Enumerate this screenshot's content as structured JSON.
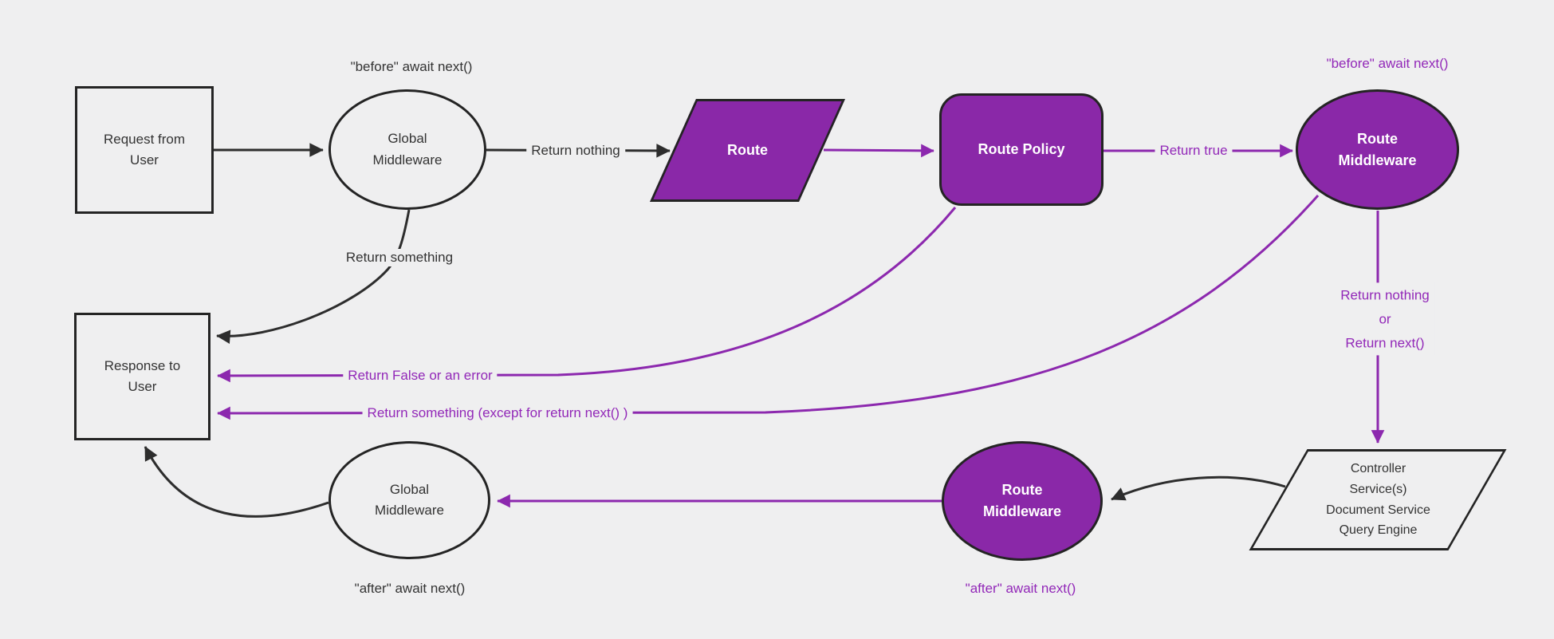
{
  "colors": {
    "background": "#efeff0",
    "node_fill_purple": "#8a28a8",
    "edge_purple": "#8c28ae",
    "text_purple": "#9228b8",
    "edge_black": "#2d2d2d",
    "node_border": "#242424",
    "text_dark": "#333333",
    "node_text_white": "#ffffff"
  },
  "nodes": {
    "request": {
      "lines": [
        "Request from",
        "User"
      ]
    },
    "global_middleware_top": {
      "lines": [
        "Global",
        "Middleware"
      ]
    },
    "route": {
      "lines": [
        "Route"
      ]
    },
    "route_policy": {
      "lines": [
        "Route Policy"
      ]
    },
    "route_middleware_top": {
      "lines": [
        "Route",
        "Middleware"
      ]
    },
    "controller": {
      "lines": [
        "Controller",
        "Service(s)",
        "Document Service",
        "Query Engine"
      ]
    },
    "route_middleware_bottom": {
      "lines": [
        "Route",
        "Middleware"
      ]
    },
    "global_middleware_bottom": {
      "lines": [
        "Global",
        "Middleware"
      ]
    },
    "response": {
      "lines": [
        "Response to",
        "User"
      ]
    }
  },
  "edge_labels": {
    "before_await_top": "\"before\" await next()",
    "before_await_right": "\"before\" await next()",
    "return_nothing": "Return nothing",
    "return_true": "Return true",
    "return_nothing_or_next": {
      "lines": [
        "Return nothing",
        "or",
        "Return next()"
      ]
    },
    "return_something": "Return something",
    "return_false_or_error": "Return False or an error",
    "return_something_except": "Return something (except for return next() )",
    "after_await_left": "\"after\" await next()",
    "after_await_right": "\"after\" await next()"
  }
}
